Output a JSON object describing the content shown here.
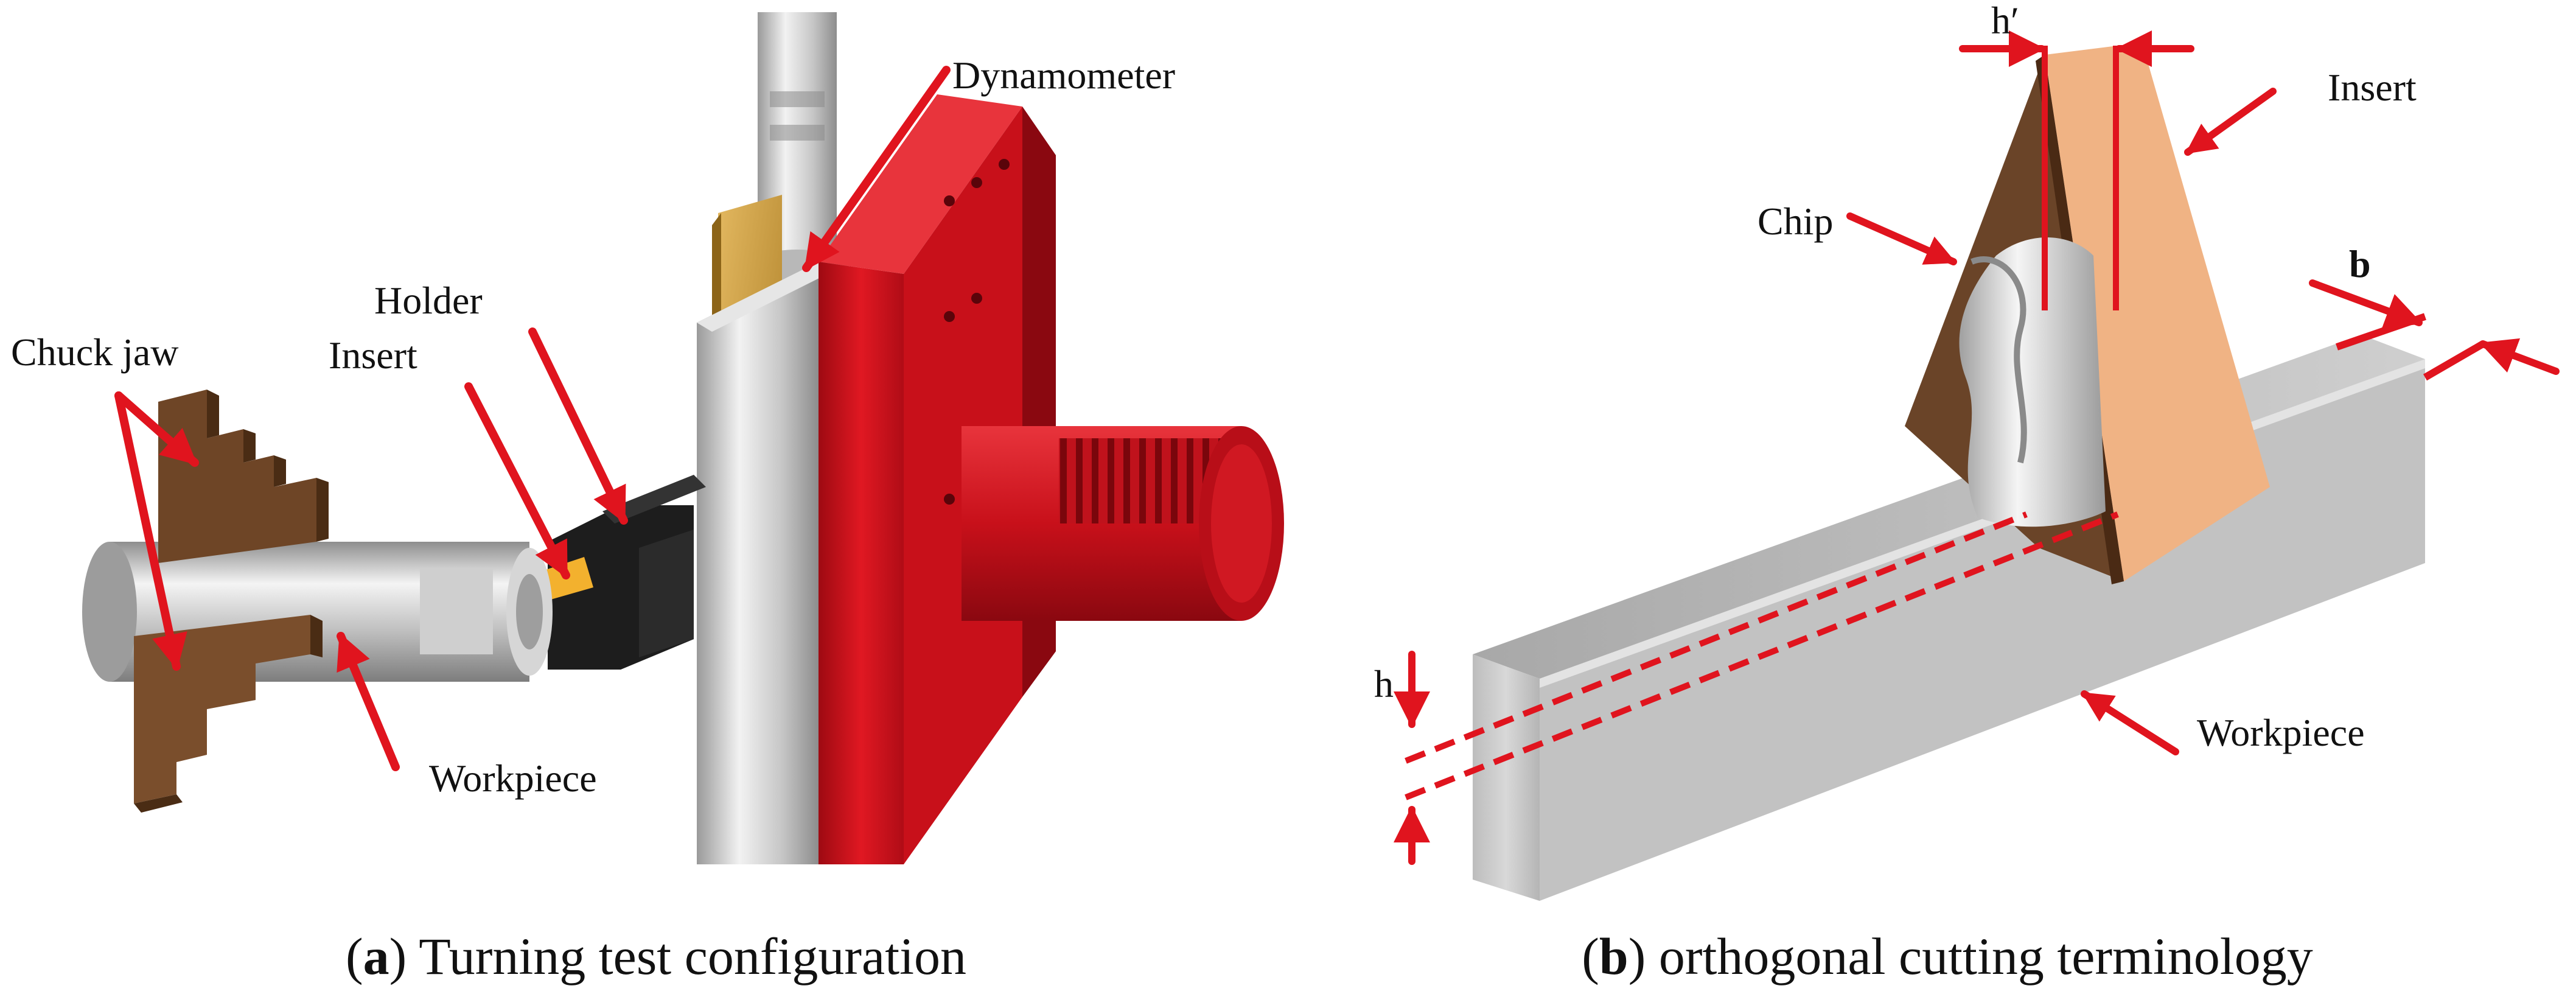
{
  "panel_a": {
    "labels": {
      "dynamometer": "Dynamometer",
      "holder": "Holder",
      "insert": "Insert",
      "chuck_jaw": "Chuck jaw",
      "workpiece": "Workpiece"
    },
    "caption": {
      "letter": "a",
      "text": " Turning test configuration"
    }
  },
  "panel_b": {
    "labels": {
      "h_prime": "h′",
      "insert": "Insert",
      "chip": "Chip",
      "b": "b",
      "h": "h",
      "workpiece": "Workpiece"
    },
    "caption": {
      "letter": "b",
      "text": " orthogonal cutting terminology"
    }
  },
  "colors": {
    "arrow": "#e0141e",
    "dynamometer_red": "#c8101a",
    "steel": "#bcbcbc",
    "gold": "#c99a3a",
    "brown": "#6a4428",
    "insert_orange": "#f0b384",
    "workpiece_gray": "#a9a9a9"
  }
}
